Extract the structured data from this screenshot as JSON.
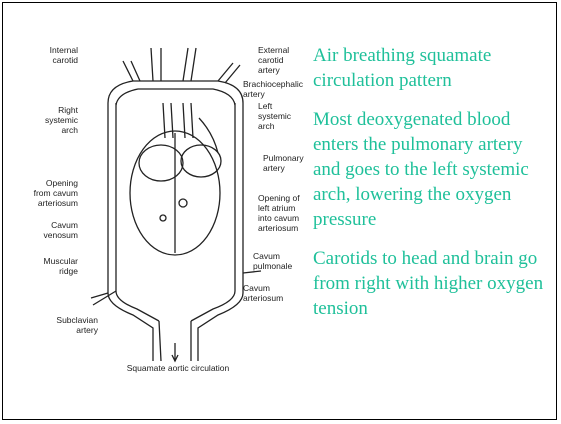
{
  "figure": {
    "labels_left": {
      "internal_carotid": "Internal\ncarotid",
      "right_systemic_arch": "Right\nsystemic\narch",
      "opening_cavum": "Opening\nfrom cavum\narteriosum",
      "cavum_venosum": "Cavum\nvenosum",
      "muscular_ridge": "Muscular\nridge",
      "subclavian_artery": "Subclavian\nartery"
    },
    "labels_right": {
      "external_carotid": "External\ncarotid\nartery",
      "brachiocephalic": "Brachiocephalic\nartery",
      "left_systemic_arch": "Left\nsystemic\narch",
      "pulmonary_artery": "Pulmonary\nartery",
      "opening_left_atrium": "Opening of\nleft atrium\ninto cavum\narteriosum",
      "cavum_pulmonale": "Cavum\npulmonale",
      "cavum_arteriosum": "Cavum\narteriosum"
    },
    "caption": "Squamate aortic circulation"
  },
  "text": {
    "p1": "Air breathing squamate circulation pattern",
    "p2": "Most deoxygenated blood enters the pulmonary artery and goes to the left systemic arch, lowering the oxygen pressure",
    "p3": "Carotids to head and brain go from right with higher oxygen tension"
  },
  "colors": {
    "text": "#1fc09a",
    "drawing": "#222222"
  }
}
